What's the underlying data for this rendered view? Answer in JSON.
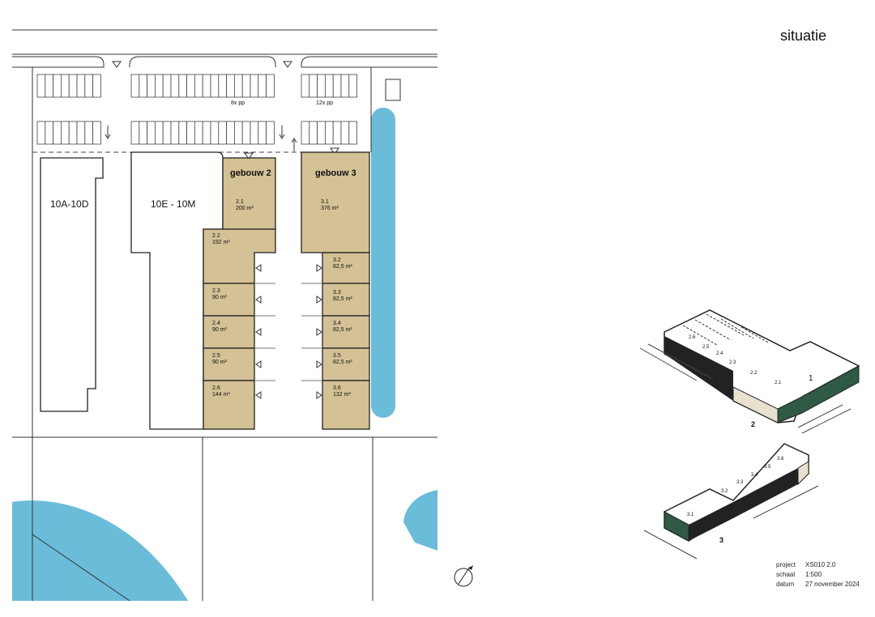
{
  "title": "situatie",
  "plan": {
    "parking_labels": [
      "8x pp",
      "12x pp"
    ],
    "buildings": [
      {
        "name": "10A-10D"
      },
      {
        "name": "10E - 10M"
      }
    ],
    "gebouw2": {
      "label": "gebouw 2",
      "units": [
        {
          "id": "2.1",
          "area": "200 m²"
        },
        {
          "id": "2.2",
          "area": "192 m²"
        },
        {
          "id": "2.3",
          "area": "90 m²"
        },
        {
          "id": "2.4",
          "area": "90 m²"
        },
        {
          "id": "2.5",
          "area": "90 m²"
        },
        {
          "id": "2.6",
          "area": "144 m²"
        }
      ]
    },
    "gebouw3": {
      "label": "gebouw 3",
      "units": [
        {
          "id": "3.1",
          "area": "376 m²"
        },
        {
          "id": "3.2",
          "area": "82,5 m²"
        },
        {
          "id": "3.3",
          "area": "82,5 m²"
        },
        {
          "id": "3.4",
          "area": "82,5 m²"
        },
        {
          "id": "3.5",
          "area": "82,5 m²"
        },
        {
          "id": "3.6",
          "area": "132 m²"
        }
      ]
    }
  },
  "iso": {
    "building2_units": [
      "2.6",
      "2.5",
      "2.4",
      "2.3",
      "2.2",
      "2.1",
      "1"
    ],
    "building2_label": "2",
    "building3_units": [
      "3.1",
      "3.2",
      "3.3",
      "3.4",
      "3.5",
      "3.6"
    ],
    "building3_label": "3"
  },
  "info": [
    {
      "key": "project",
      "value": "XS010 2.0"
    },
    {
      "key": "schaal",
      "value": "1:500"
    },
    {
      "key": "datum",
      "value": "27 november 2024"
    }
  ],
  "colors": {
    "building": "#d4c195",
    "water": "#6bbcd9",
    "accent": "#2f5a44"
  }
}
